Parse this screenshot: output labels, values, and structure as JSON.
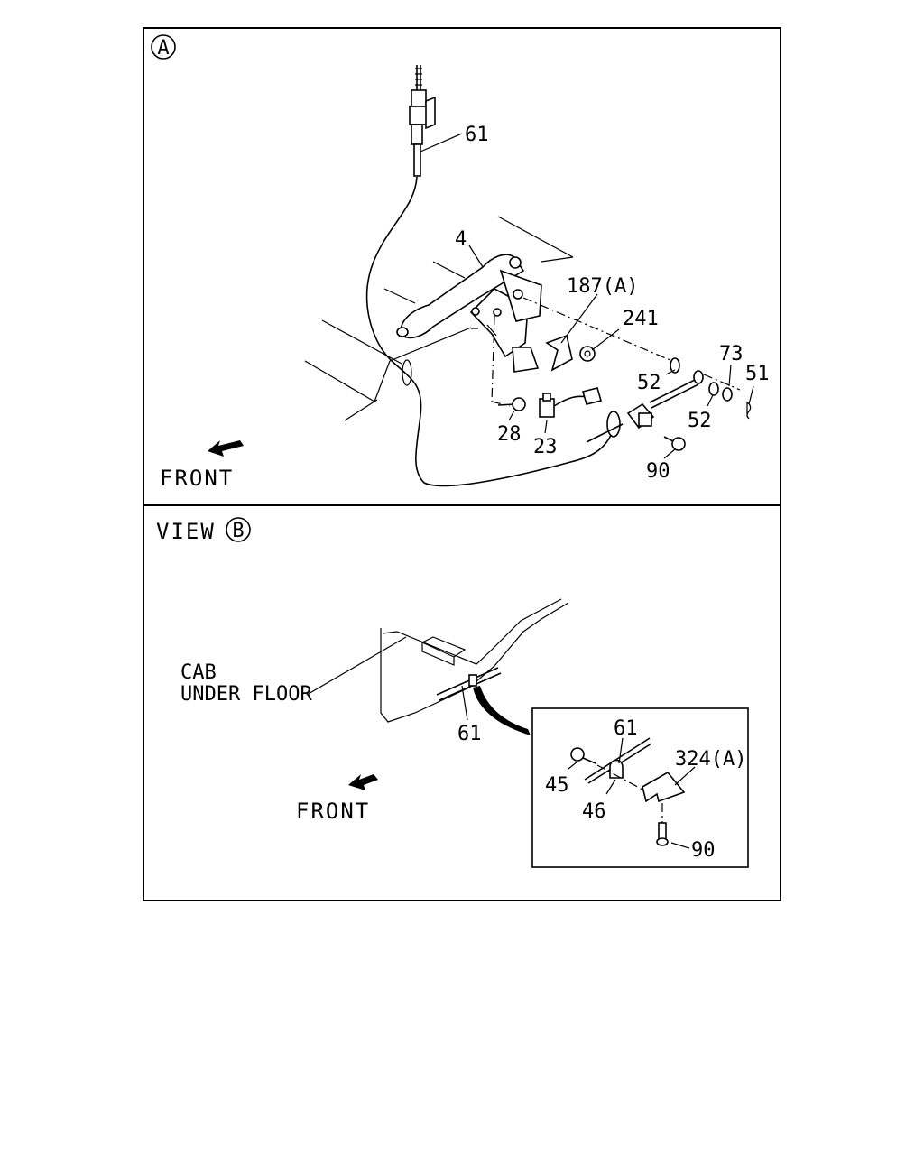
{
  "panel_a": {
    "view_marker": "A",
    "callouts": {
      "c61": "61",
      "c4": "4",
      "c187": "187(A)",
      "c241": "241",
      "c73": "73",
      "c51": "51",
      "c52a": "52",
      "c52b": "52",
      "c28": "28",
      "c23": "23",
      "c90": "90"
    },
    "front_label": "FRONT"
  },
  "panel_b": {
    "view_word": "VIEW",
    "view_marker": "B",
    "cab_line1": "CAB",
    "cab_line2": "UNDER FLOOR",
    "callout_61": "61",
    "front_label": "FRONT",
    "detail": {
      "c61": "61",
      "c324": "324(A)",
      "c45": "45",
      "c46": "46",
      "c90": "90"
    }
  }
}
